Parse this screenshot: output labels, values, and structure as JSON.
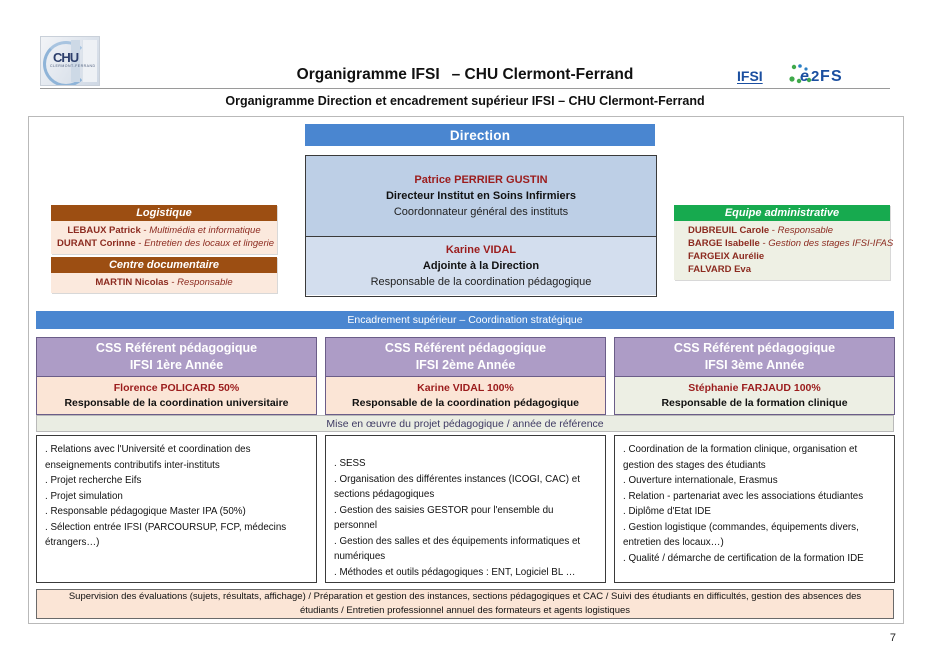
{
  "header": {
    "main_title": "Organigramme IFSI",
    "main_title_suffix": "– CHU Clermont-Ferrand",
    "sub_title": "Organigramme Direction et encadrement supérieur IFSI – CHU Clermont-Ferrand",
    "logo_chu_text": "CHU",
    "logo_chu_sub": "CLERMONT-FERRAND",
    "logo_ifsi": "IFSI",
    "logo_e2fs": "e2fs"
  },
  "direction": {
    "header_label": "Direction",
    "director": {
      "name": "Patrice PERRIER GUSTIN",
      "role": "Directeur Institut en Soins Infirmiers",
      "description": "Coordonnateur général des instituts"
    },
    "deputy": {
      "name": "Karine VIDAL",
      "role": "Adjointe à la Direction",
      "description": "Responsable de la coordination pédagogique"
    }
  },
  "logistique": {
    "header_label": "Logistique",
    "members": [
      {
        "name": "LEBAUX Patrick",
        "sep": " - ",
        "detail": "Multimédia et informatique"
      },
      {
        "name": "DURANT Corinne",
        "sep": " - ",
        "detail": "Entretien des locaux et lingerie"
      }
    ]
  },
  "centre_documentaire": {
    "header_label": "Centre documentaire",
    "members": [
      {
        "name": "MARTIN Nicolas",
        "sep": " - ",
        "detail": "Responsable"
      }
    ]
  },
  "equipe_administrative": {
    "header_label": "Equipe administrative",
    "members": [
      {
        "name": "DUBREUIL Carole",
        "sep": " - ",
        "detail": "Responsable"
      },
      {
        "name": "BARGE Isabelle",
        "sep": " - ",
        "detail": "Gestion des stages IFSI-IFAS"
      },
      {
        "name": "FARGEIX Aurélie",
        "sep": "",
        "detail": ""
      },
      {
        "name": "FALVARD Eva",
        "sep": "",
        "detail": ""
      }
    ]
  },
  "encadrement_bar": "Encadrement supérieur – Coordination stratégique",
  "mise_en_oeuvre_bar": "Mise en œuvre du projet pédagogique / année de référence",
  "columns": [
    {
      "head_line1": "CSS Référent pédagogique",
      "head_line2": "IFSI 1ère Année",
      "person": "Florence POLICARD 50%",
      "role": "Responsable de la coordination universitaire",
      "items": [
        ". Relations avec l'Université et coordination des enseignements contributifs inter-instituts",
        ". Projet recherche Eifs",
        ". Projet simulation",
        ". Responsable pédagogique Master IPA (50%)",
        ". Sélection entrée IFSI (PARCOURSUP, FCP, médecins étrangers…)"
      ]
    },
    {
      "head_line1": "CSS Référent pédagogique",
      "head_line2": "IFSI 2ème Année",
      "person": "Karine VIDAL 100%",
      "role": "Responsable de la coordination pédagogique",
      "items": [
        ". SESS",
        ". Organisation des différentes instances (ICOGI, CAC) et sections pédagogiques",
        ". Gestion des saisies GESTOR pour l'ensemble du personnel",
        ". Gestion des salles et des équipements informatiques et numériques",
        ". Méthodes et outils pédagogiques : ENT, Logiciel BL …"
      ]
    },
    {
      "head_line1": "CSS Référent pédagogique",
      "head_line2": "IFSI 3ème Année",
      "person": "Stéphanie FARJAUD 100%",
      "role": "Responsable de la formation clinique",
      "items": [
        ". Coordination de la formation clinique, organisation et gestion des stages des étudiants",
        ". Ouverture internationale, Erasmus",
        ". Relation - partenariat avec les associations étudiantes",
        ". Diplôme d'Etat IDE",
        ". Gestion logistique (commandes, équipements divers, entretien des locaux…)",
        ". Qualité / démarche de certification de la formation IDE"
      ]
    }
  ],
  "supervision_bar": "Supervision des évaluations (sujets, résultats, affichage) / Préparation et gestion des instances, sections pédagogiques et CAC / Suivi des étudiants en difficultés, gestion des absences des étudiants / Entretien professionnel annuel des formateurs et agents logistiques",
  "page_number": "7",
  "colors": {
    "blue_header": "#4a86d0",
    "purple_header": "#ad9cc6",
    "brown_header": "#9c4e12",
    "green_header": "#17aa4f",
    "peach": "#fbe5d6",
    "cream": "#edefe4",
    "name_red": "#9b1c1c"
  }
}
